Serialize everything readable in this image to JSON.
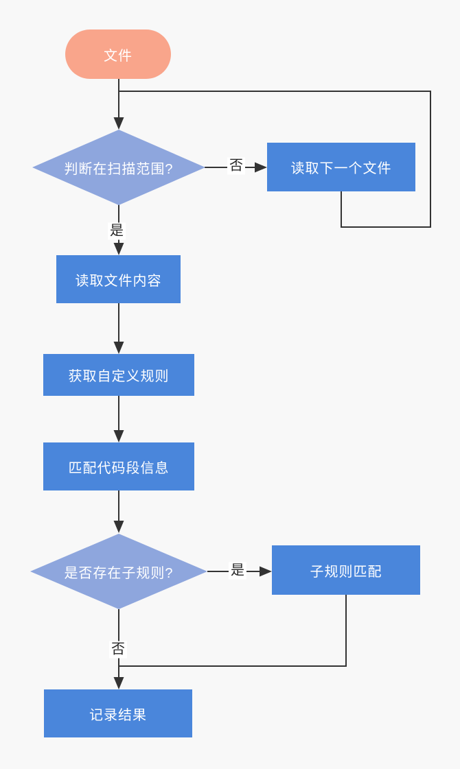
{
  "palette": {
    "page_bg": "#f8f8f8",
    "terminal_fill": "#f9a58b",
    "process_fill": "#4a86db",
    "decision_fill": "#8ea6dd",
    "connector": "#333333",
    "shape_text": "#ffffff",
    "label_text": "#262626",
    "label_bg": "#ffffff"
  },
  "nodes": {
    "start": {
      "label": "文件",
      "type": "terminal"
    },
    "in_scan_range": {
      "label": "判断在扫描范围?",
      "type": "decision"
    },
    "read_next_file": {
      "label": "读取下一个文件",
      "type": "process"
    },
    "read_file_content": {
      "label": "读取文件内容",
      "type": "process"
    },
    "get_custom_rules": {
      "label": "获取自定义规则",
      "type": "process"
    },
    "match_code_segment": {
      "label": "匹配代码段信息",
      "type": "process"
    },
    "has_sub_rule": {
      "label": "是否存在子规则?",
      "type": "decision"
    },
    "sub_rule_match": {
      "label": "子规则匹配",
      "type": "process"
    },
    "record_result": {
      "label": "记录结果",
      "type": "process"
    }
  },
  "edge_labels": {
    "scan_no": "否",
    "scan_yes": "是",
    "subrule_yes": "是",
    "subrule_no": "否"
  },
  "edges": [
    {
      "from": "start",
      "to": "in_scan_range",
      "label": ""
    },
    {
      "from": "in_scan_range",
      "to": "read_next_file",
      "label": "否"
    },
    {
      "from": "read_next_file",
      "to": "in_scan_range",
      "label": ""
    },
    {
      "from": "in_scan_range",
      "to": "read_file_content",
      "label": "是"
    },
    {
      "from": "read_file_content",
      "to": "get_custom_rules",
      "label": ""
    },
    {
      "from": "get_custom_rules",
      "to": "match_code_segment",
      "label": ""
    },
    {
      "from": "match_code_segment",
      "to": "has_sub_rule",
      "label": ""
    },
    {
      "from": "has_sub_rule",
      "to": "sub_rule_match",
      "label": "是"
    },
    {
      "from": "sub_rule_match",
      "to": "record_result",
      "label": ""
    },
    {
      "from": "has_sub_rule",
      "to": "record_result",
      "label": "否"
    }
  ]
}
